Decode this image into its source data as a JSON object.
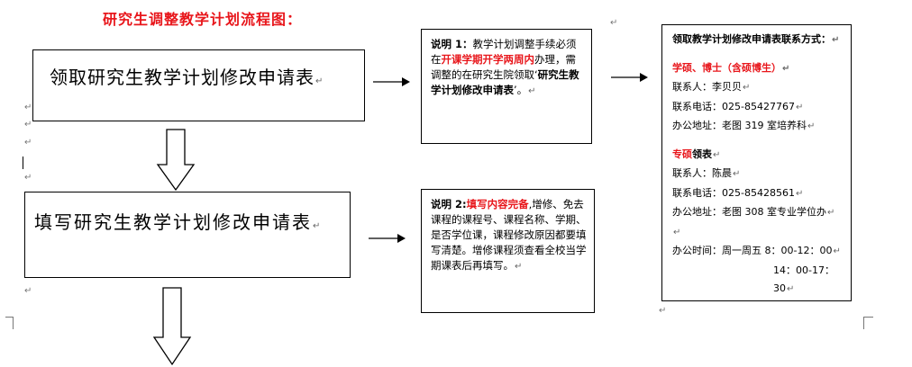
{
  "title": "研究生调整教学计划流程图：",
  "steps": [
    {
      "label": "领取研究生教学计划修改申请表"
    },
    {
      "label": "填写研究生教学计划修改申请表"
    }
  ],
  "note1": {
    "label": "说明 1：",
    "text_a": "教学计划调整手续必须在",
    "emphasis": "开课学期开学两周内",
    "text_b": "办理，需调整的在研究生院领取‘",
    "form_name": "研究生教学计划修改申请表",
    "text_c": "’。"
  },
  "note2": {
    "label": "说明 2:",
    "emphasis": "填写内容完备",
    "text_a": ",增修、免去课程的课程号、课程名称、学期、是否学位课，课程修改原因都要填写清楚。增修课程须查看全校当学期课表后再填写。"
  },
  "contact": {
    "heading": "领取教学计划修改申请表联系方式：",
    "groups": [
      {
        "title": "学硕、博士（含硕博生）",
        "person": "联系人：李贝贝",
        "phone": "联系电话：025-85427767",
        "address": "办公地址：老图 319 室培养科"
      },
      {
        "title": "专硕",
        "title_suffix": "领表",
        "person": "联系人：陈晨",
        "phone": "联系电话：025-85428561",
        "address": "办公地址：老图 308 室专业学位办"
      }
    ],
    "hours_label": "办公时间：周一周五 8：00-12：00",
    "hours_2": "14：00-17：30"
  },
  "return_mark": "↵",
  "icons": {
    "down_arrow": "hollow-down-arrow-icon",
    "right_arrow": "right-arrow-icon",
    "return_mark": "paragraph-return-icon"
  },
  "colors": {
    "accent": "#e8161b",
    "border": "#000000"
  }
}
